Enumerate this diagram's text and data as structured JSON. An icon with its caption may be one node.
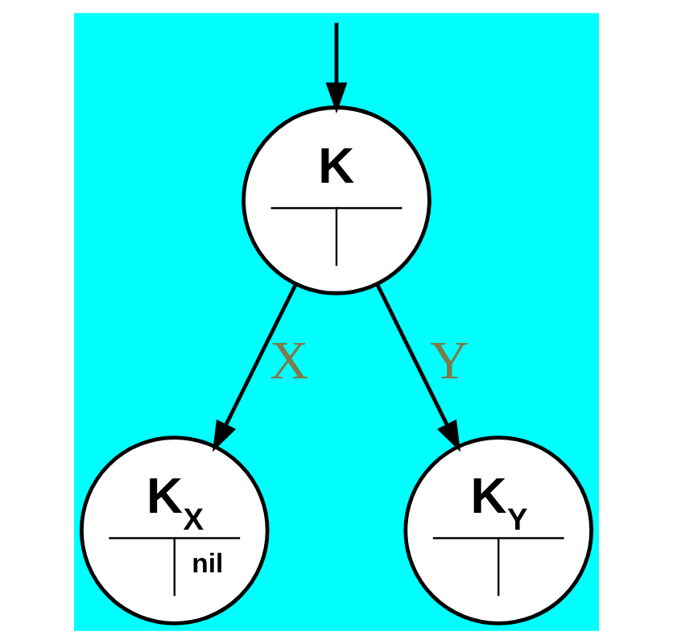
{
  "diagram": {
    "nodes": [
      {
        "text": [
          "K"
        ]
      },
      {
        "text": [
          "K$_{X}$",
          "nil"
        ]
      },
      {
        "text": [
          "K$_{Y}$"
        ]
      }
    ],
    "edges": [
      {
        "from": null,
        "to": 0,
        "arrow": "to"
      },
      {
        "from": 0,
        "to": 1,
        "arrow": "to",
        "label": "X"
      },
      {
        "from": 0,
        "to": 2,
        "arrow": "to",
        "label": "Y"
      }
    ]
  }
}
